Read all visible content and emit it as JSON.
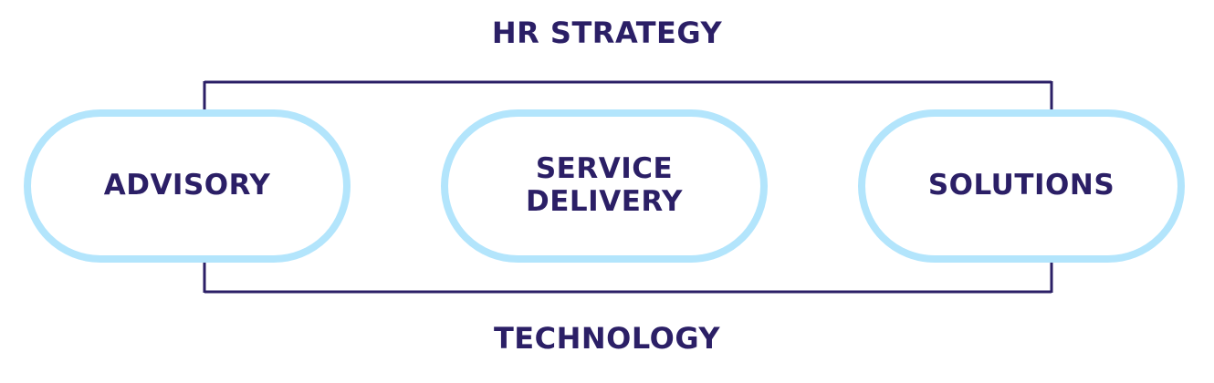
{
  "diagram": {
    "top_label": "HR STRATEGY",
    "bottom_label": "TECHNOLOGY",
    "nodes": [
      {
        "label": "ADVISORY"
      },
      {
        "label": "SERVICE\nDELIVERY"
      },
      {
        "label": "SOLUTIONS"
      }
    ]
  },
  "colors": {
    "text": "#2b1f66",
    "pill_border": "#b3e5fc",
    "connector": "#2b1f66",
    "background": "#ffffff"
  }
}
